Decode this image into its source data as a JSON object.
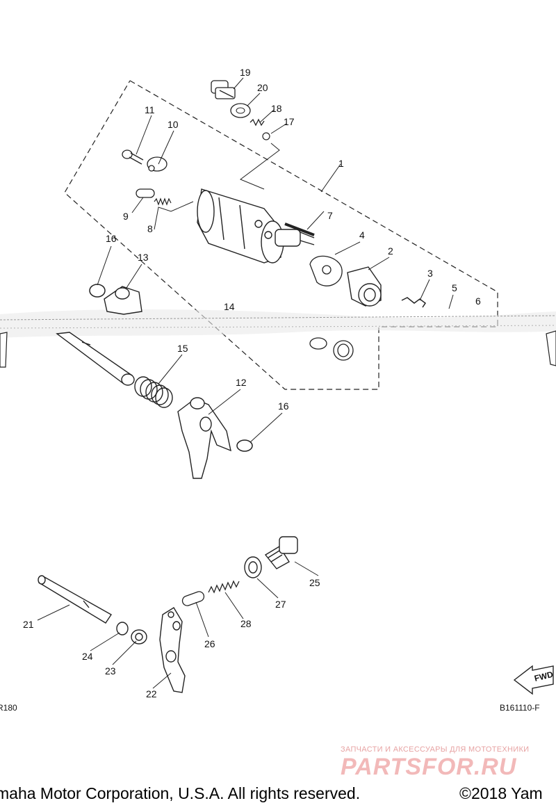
{
  "diagram": {
    "labels": [
      "19",
      "20",
      "18",
      "17",
      "11",
      "10",
      "1",
      "9",
      "8",
      "7",
      "4",
      "2",
      "3",
      "5",
      "6",
      "16",
      "13",
      "14",
      "15",
      "12",
      "16",
      "25",
      "27",
      "28",
      "21",
      "26",
      "24",
      "23",
      "22"
    ]
  },
  "codes": {
    "left": "R180",
    "right": "B161110-F"
  },
  "fwd_badge": "FWD",
  "watermark": {
    "tagline": "ЗАПЧАСТИ И АКСЕССУАРЫ ДЛЯ МОТОТЕХНИКИ",
    "brand": "PARTSFOR.RU"
  },
  "footer": {
    "left": "maha Motor Corporation, U.S.A. All rights reserved.",
    "right": "©2018 Yam"
  }
}
